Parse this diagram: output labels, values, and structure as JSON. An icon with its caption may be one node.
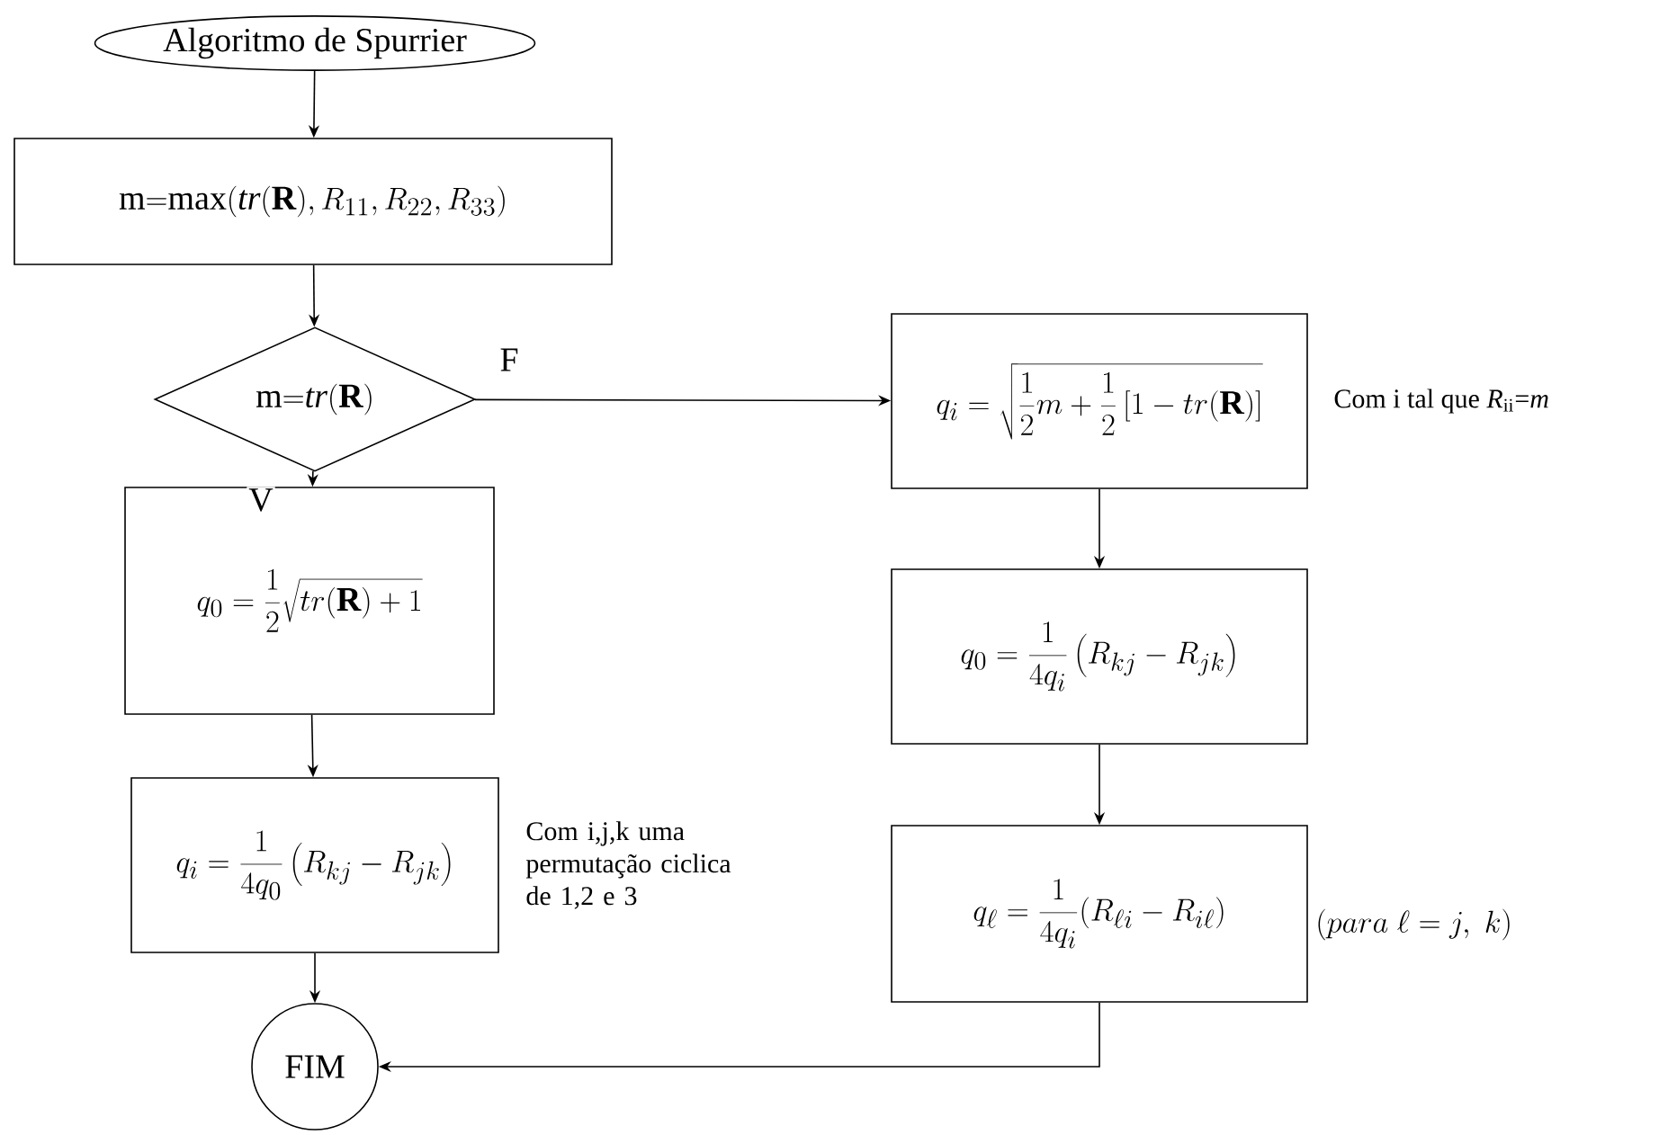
{
  "diagram": {
    "nodes": [
      {
        "text": [
          "Algoritmo de Spurrier"
        ]
      },
      {
        "text": [
          "\\mathrm{m{=}max}(\\mathit{tr}(\\mathbf{R}),R_{11},R_{22},R_{33})"
        ]
      },
      {
        "text": [
          "\\mathrm{m{=}}\\mathit{tr}(\\mathbf{R})"
        ]
      },
      {
        "text": [
          "q_i = \\sqrt{\\frac{1}{2}m + \\frac{1}{2}\\left[1 - tr(\\mathbf{R})\\right]}"
        ],
        "beside": [
          "Com i tal que *R*$_{ii}$=*m*"
        ]
      },
      {
        "text": [
          "q_0 = \\frac{1}{2}\\sqrt{tr(\\mathbf{R})+1}"
        ]
      },
      {
        "text": [
          "q_0 = \\frac{1}{4q_i}\\left(R_{kj} - R_{jk}\\right)"
        ]
      },
      {
        "text": [
          "q_i = \\frac{1}{4q_0}\\left(R_{kj} - R_{jk}\\right)"
        ],
        "beside": [
          "Com i,j,k uma permutação ciclica de 1,2 e 3"
        ]
      },
      {
        "text": [
          "q_\\ell = \\frac{1}{4q_i}(R_{\\ell i} - R_{i\\ell})"
        ],
        "beside": [
          "\\left(para\\ \\ell = j,\\ k\\right)"
        ]
      },
      {
        "text": [
          "FIM"
        ]
      }
    ],
    "edges": [
      {
        "from": 0,
        "to": 1,
        "arrow": "to"
      },
      {
        "from": 1,
        "to": 2,
        "arrow": "to"
      },
      {
        "from": 2,
        "to": 3,
        "arrow": "to",
        "label": "F"
      },
      {
        "from": 2,
        "to": 4,
        "arrow": "to",
        "label": "V"
      },
      {
        "from": 3,
        "to": 5,
        "arrow": "to"
      },
      {
        "from": 5,
        "to": 7,
        "arrow": "to"
      },
      {
        "from": 4,
        "to": 6,
        "arrow": "to"
      },
      {
        "from": 6,
        "to": 8,
        "arrow": "to"
      },
      {
        "from": 7,
        "to": 8,
        "arrow": "to"
      }
    ]
  }
}
